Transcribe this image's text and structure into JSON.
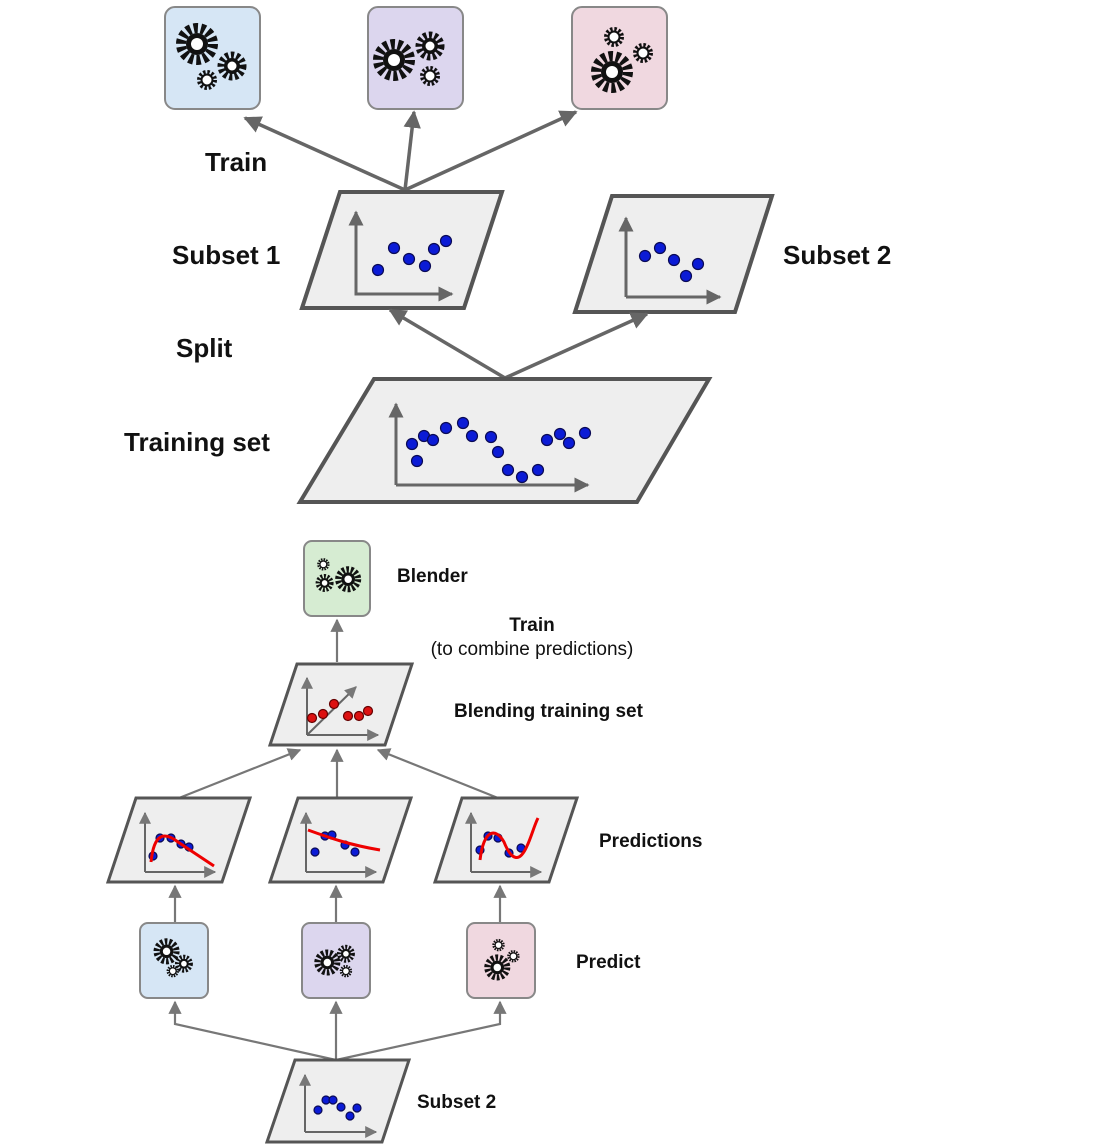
{
  "top": {
    "train_label": "Train",
    "subset1_label": "Subset 1",
    "subset2_label": "Subset 2",
    "split_label": "Split",
    "training_set_label": "Training set"
  },
  "bottom": {
    "blender_label": "Blender",
    "train_label": "Train",
    "train_note": "(to combine predictions)",
    "blending_set_label": "Blending training set",
    "predictions_label": "Predictions",
    "predict_label": "Predict",
    "subset2_label": "Subset 2"
  },
  "colors": {
    "predictor_1": "#d6e6f5",
    "predictor_2": "#dcd6ee",
    "predictor_3": "#f0d8e0",
    "blender": "#d6ecd2",
    "point": "#0b1bd6",
    "prediction_point": "#dd1111",
    "prediction_curve": "#ee0000"
  },
  "icons": {
    "predictor": "gears-icon",
    "blender": "gears-icon"
  }
}
